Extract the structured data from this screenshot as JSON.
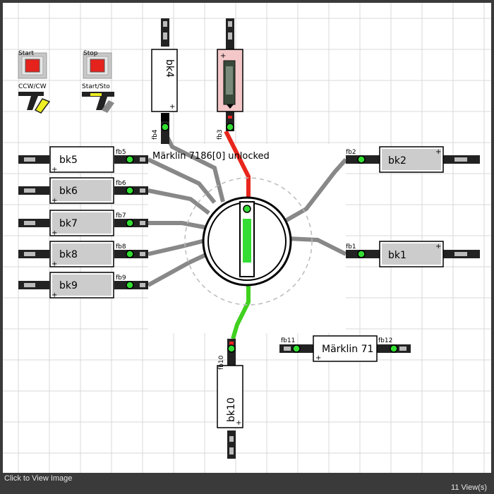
{
  "layout_view": {
    "controls": {
      "start_label": "Start",
      "stop_label": "Stop",
      "ccw_cw_label": "CCW/CW",
      "start_stop_label": "Start/Sto"
    },
    "turntable_label": "Märklin 7186[0] unlocked",
    "blocks": {
      "bk1": "bk1",
      "bk2": "bk2",
      "bk4": "bk4",
      "bk5": "bk5",
      "bk6": "bk6",
      "bk7": "bk7",
      "bk8": "bk8",
      "bk9": "bk9",
      "bk10": "bk10",
      "marklin71": "Märklin 71"
    },
    "sensors": {
      "fb1": "fb1",
      "fb2": "fb2",
      "fb3": "fb3",
      "fb4": "fb4",
      "fb5": "fb5",
      "fb6": "fb6",
      "fb7": "fb7",
      "fb8": "fb8",
      "fb9": "fb9",
      "fb10": "fb10",
      "fb11": "fb11",
      "fb12": "fb12"
    },
    "plus_mark": "+"
  },
  "status_bar": {
    "hint": "Click to View Image",
    "views": "11 View(s)"
  },
  "colors": {
    "background": "#ffffff",
    "grid": "#d9d9d9",
    "track": "#888888",
    "track_active_red": "#e8261c",
    "track_active_green": "#3fd11e",
    "block_fill": "#cccccc",
    "sensor_on": "#33dd33",
    "signal_red": "#ee2222",
    "status_bar": "#3a3a3a"
  }
}
